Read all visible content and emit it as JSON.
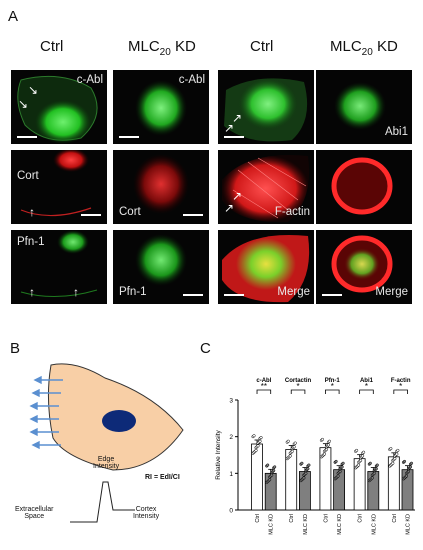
{
  "panels": {
    "a": "A",
    "b": "B",
    "c": "C"
  },
  "panel_a": {
    "columns": [
      {
        "label": "Ctrl",
        "sub": ""
      },
      {
        "label": "MLC",
        "sub": "20",
        "suffix": " KD"
      },
      {
        "label": "Ctrl",
        "sub": ""
      },
      {
        "label": "MLC",
        "sub": "20",
        "suffix": " KD"
      }
    ],
    "tile_labels": {
      "r0c0": "c-Abl",
      "r0c1": "c-Abl",
      "r0c3": "Abi1",
      "r1c0": "Cort",
      "r1c1": "Cort",
      "r1c2": "F-actin",
      "r2c0": "Pfn-1",
      "r2c1": "Pfn-1",
      "r2c2": "Merge",
      "r2c3": "Merge"
    },
    "colors": {
      "green": "#2ee02e",
      "red": "#ff2020",
      "yellow": "#e8e040"
    }
  },
  "panel_b": {
    "edge_intensity": "Edge\nIntensity",
    "formula": "RI = EdI/CI",
    "extracellular": "Extracellular\nSpace",
    "cortex": "Cortex\nIntensity",
    "cell_color": "#f8cfa6",
    "nucleus_color": "#0d2a78",
    "arrow_color": "#5a8fd0"
  },
  "chart_data": {
    "type": "bar",
    "ylabel": "Relative Intensity",
    "ylim": [
      0,
      3
    ],
    "yticks": [
      "0",
      "1",
      "2",
      "3"
    ],
    "groups": [
      {
        "title": "c-Abl",
        "categories": [
          "Ctrl",
          "MLC KD"
        ],
        "values": [
          1.8,
          1.0
        ],
        "sig": "**"
      },
      {
        "title": "Cortactin",
        "categories": [
          "Ctrl",
          "MLC KD"
        ],
        "values": [
          1.65,
          1.05
        ],
        "sig": "*"
      },
      {
        "title": "Pfn-1",
        "categories": [
          "Ctrl",
          "MLC KD"
        ],
        "values": [
          1.7,
          1.1
        ],
        "sig": "*"
      },
      {
        "title": "Abi1",
        "categories": [
          "Ctrl",
          "MLC KD"
        ],
        "values": [
          1.4,
          1.05
        ],
        "sig": "*"
      },
      {
        "title": "F-actin",
        "categories": [
          "Ctrl",
          "MLC KD"
        ],
        "values": [
          1.45,
          1.1
        ],
        "sig": "*"
      }
    ],
    "bar_colors": [
      "#ffffff",
      "#7f7f7f"
    ]
  }
}
